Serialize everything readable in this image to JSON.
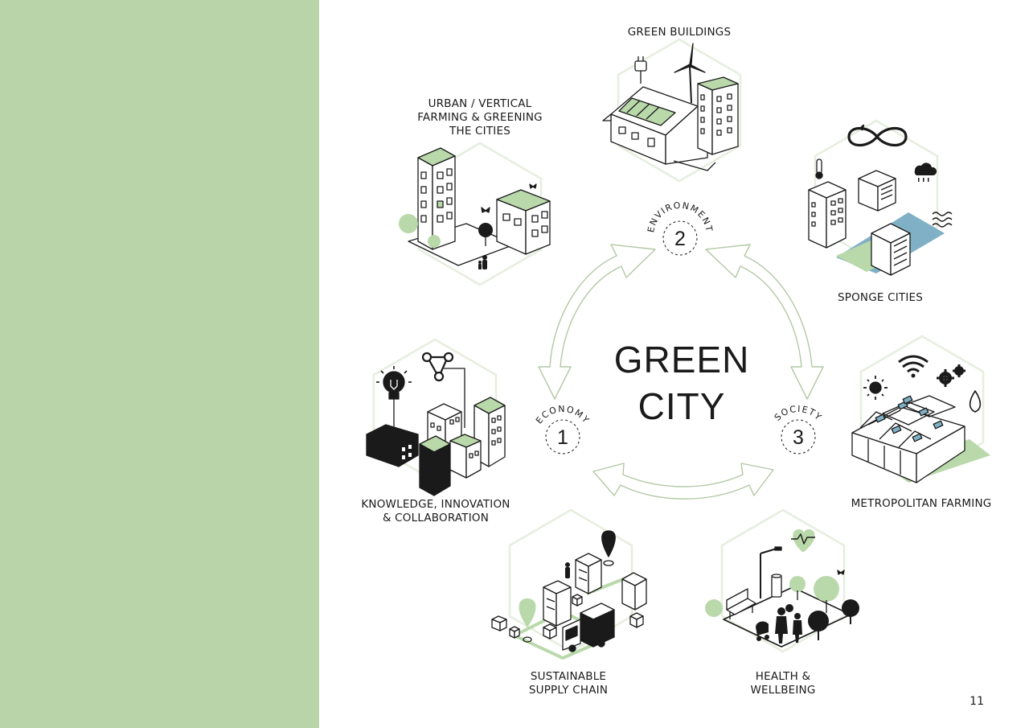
{
  "colors": {
    "side_panel": "#b8d4a8",
    "accent_green": "#b9d9aa",
    "arrow_stroke": "#b3c8a5",
    "hex_stroke": "#e6eedf",
    "ink": "#1a1a1a",
    "water": "#7fb0c5"
  },
  "center": {
    "line1": "GREEN",
    "line2": "CITY"
  },
  "pillars": [
    {
      "number": "1",
      "label": "ECONOMY"
    },
    {
      "number": "2",
      "label": "ENVIRONMENT"
    },
    {
      "number": "3",
      "label": "SOCIETY"
    }
  ],
  "sections": {
    "green_buildings": {
      "line1": "GREEN BUILDINGS",
      "icons": [
        "plug-icon",
        "wind-turbine-icon",
        "house-icon",
        "office-building-icon"
      ]
    },
    "urban_farming": {
      "line1": "URBAN / VERTICAL",
      "line2": "FARMING & GREENING",
      "line3": "THE CITIES",
      "icons": [
        "tower-icon",
        "butterfly-icon",
        "tree-icon",
        "people-icon"
      ]
    },
    "sponge_cities": {
      "line1": "SPONGE CITIES",
      "icons": [
        "infinity-loop-icon",
        "thermometer-icon",
        "rain-cloud-icon",
        "waves-icon"
      ]
    },
    "knowledge": {
      "line1": "KNOWLEDGE, INNOVATION",
      "line2": "& COLLABORATION",
      "icons": [
        "lightbulb-icon",
        "network-icon",
        "city-block-icon"
      ]
    },
    "metro_farming": {
      "line1": "METROPOLITAN FARMING",
      "icons": [
        "sun-icon",
        "wifi-icon",
        "gears-icon",
        "water-drop-icon",
        "greenhouse-icon"
      ]
    },
    "supply_chain": {
      "line1": "SUSTAINABLE",
      "line2": "SUPPLY CHAIN",
      "icons": [
        "map-pin-icon",
        "truck-icon",
        "box-icon",
        "locker-icon"
      ]
    },
    "health": {
      "line1": "HEALTH &",
      "line2": "WELLBEING",
      "icons": [
        "heart-pulse-icon",
        "bench-icon",
        "street-lamp-icon",
        "family-icon",
        "tree-icon"
      ]
    }
  },
  "page_number": "11"
}
